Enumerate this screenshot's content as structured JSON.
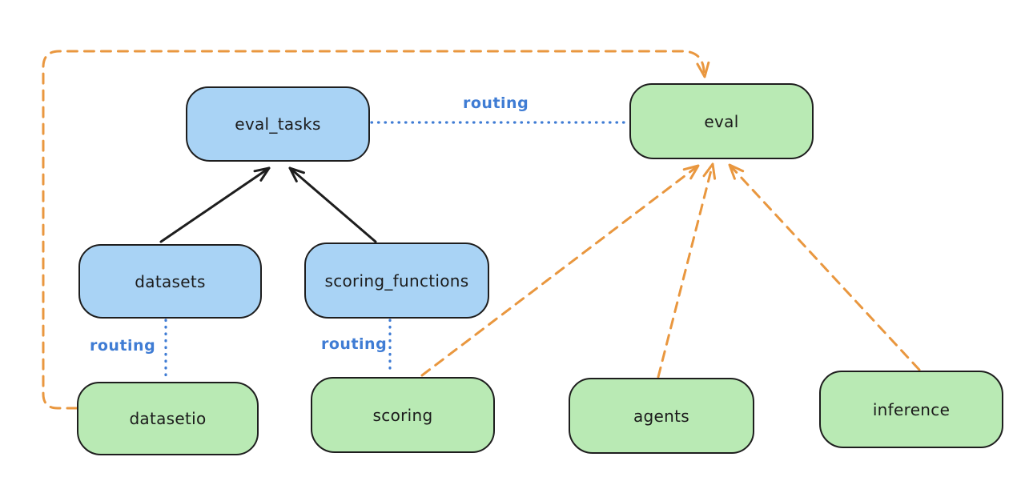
{
  "diagram": {
    "background": "#ffffff",
    "colors": {
      "resource_fill": "#a9d3f5",
      "api_fill": "#b9eab4",
      "node_stroke": "#1e1e1e",
      "routing_color": "#3f7cd4",
      "dashed_color": "#e9973f",
      "solid_arrow_color": "#1e1e1e"
    },
    "nodes": {
      "eval_tasks": {
        "label": "eval_tasks",
        "kind": "blue"
      },
      "eval": {
        "label": "eval",
        "kind": "green"
      },
      "datasets": {
        "label": "datasets",
        "kind": "blue"
      },
      "scoring_functions": {
        "label": "scoring_functions",
        "kind": "blue"
      },
      "datasetio": {
        "label": "datasetio",
        "kind": "green"
      },
      "scoring": {
        "label": "scoring",
        "kind": "green"
      },
      "agents": {
        "label": "agents",
        "kind": "green"
      },
      "inference": {
        "label": "inference",
        "kind": "green"
      }
    },
    "edges": [
      {
        "from": "datasets",
        "to": "eval_tasks",
        "style": "solid-arrow",
        "label": ""
      },
      {
        "from": "scoring_functions",
        "to": "eval_tasks",
        "style": "solid-arrow",
        "label": ""
      },
      {
        "from": "eval_tasks",
        "to": "eval",
        "style": "dotted",
        "label": "routing"
      },
      {
        "from": "datasets",
        "to": "datasetio",
        "style": "dotted",
        "label": "routing"
      },
      {
        "from": "scoring_functions",
        "to": "scoring",
        "style": "dotted",
        "label": "routing"
      },
      {
        "from": "datasetio",
        "to": "eval",
        "style": "dashed-arrow",
        "label": ""
      },
      {
        "from": "scoring",
        "to": "eval",
        "style": "dashed-arrow",
        "label": ""
      },
      {
        "from": "agents",
        "to": "eval",
        "style": "dashed-arrow",
        "label": ""
      },
      {
        "from": "inference",
        "to": "eval",
        "style": "dashed-arrow",
        "label": ""
      }
    ]
  }
}
